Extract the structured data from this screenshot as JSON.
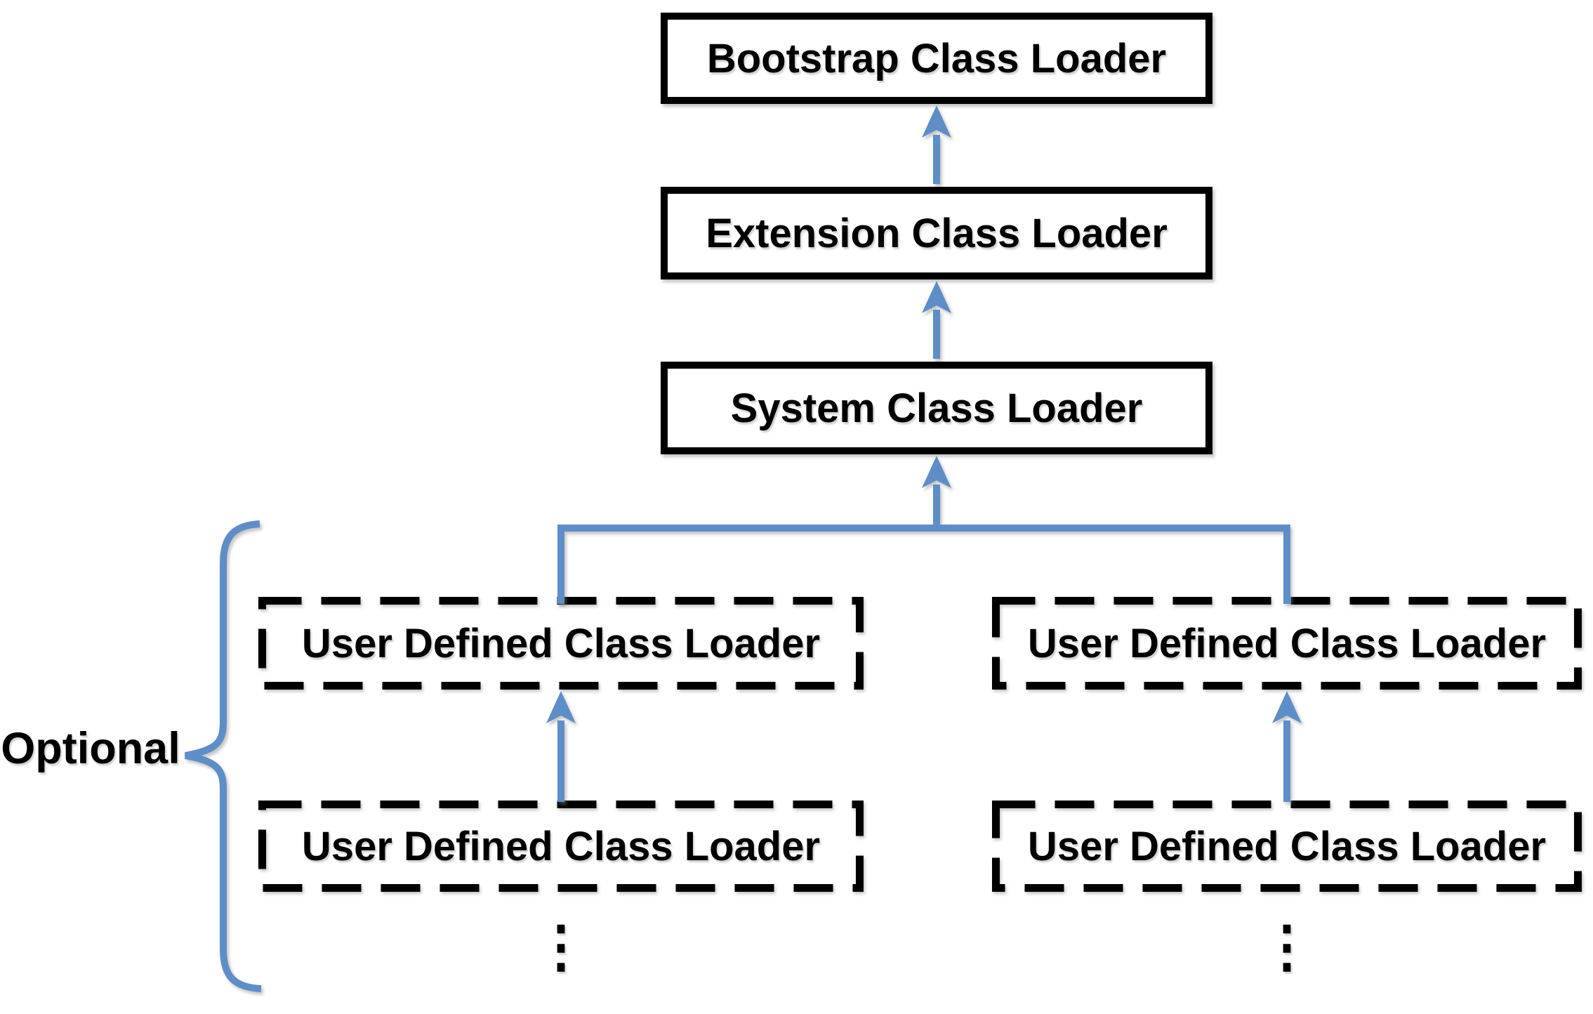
{
  "diagram": {
    "type": "hierarchy-diagram",
    "subject": "Class loader delegation hierarchy",
    "nodes": {
      "bootstrap": {
        "label": "Bootstrap Class Loader",
        "style": "solid"
      },
      "extension": {
        "label": "Extension Class Loader",
        "style": "solid"
      },
      "system": {
        "label": "System Class Loader",
        "style": "solid"
      },
      "user_left_upper": {
        "label": "User Defined Class Loader",
        "style": "dashed"
      },
      "user_right_upper": {
        "label": "User Defined Class Loader",
        "style": "dashed"
      },
      "user_left_lower": {
        "label": "User Defined Class Loader",
        "style": "dashed"
      },
      "user_right_lower": {
        "label": "User Defined Class Loader",
        "style": "dashed"
      }
    },
    "edges": [
      {
        "from": "extension",
        "to": "bootstrap",
        "type": "arrow"
      },
      {
        "from": "system",
        "to": "extension",
        "type": "arrow"
      },
      {
        "from": "user_left_upper",
        "to": "system",
        "type": "arrow-via-connector"
      },
      {
        "from": "user_right_upper",
        "to": "system",
        "type": "arrow-via-connector"
      },
      {
        "from": "user_left_lower",
        "to": "user_left_upper",
        "type": "arrow"
      },
      {
        "from": "user_right_lower",
        "to": "user_right_upper",
        "type": "arrow"
      }
    ],
    "annotations": {
      "optional_label": "Optional",
      "optional_scope": "user defined class loaders",
      "ellipsis_left": "⋮",
      "ellipsis_right": "⋮"
    },
    "colors": {
      "connector_blue": "#5e8ec8",
      "box_border": "#000000",
      "text": "#000000",
      "background": "#ffffff"
    }
  }
}
